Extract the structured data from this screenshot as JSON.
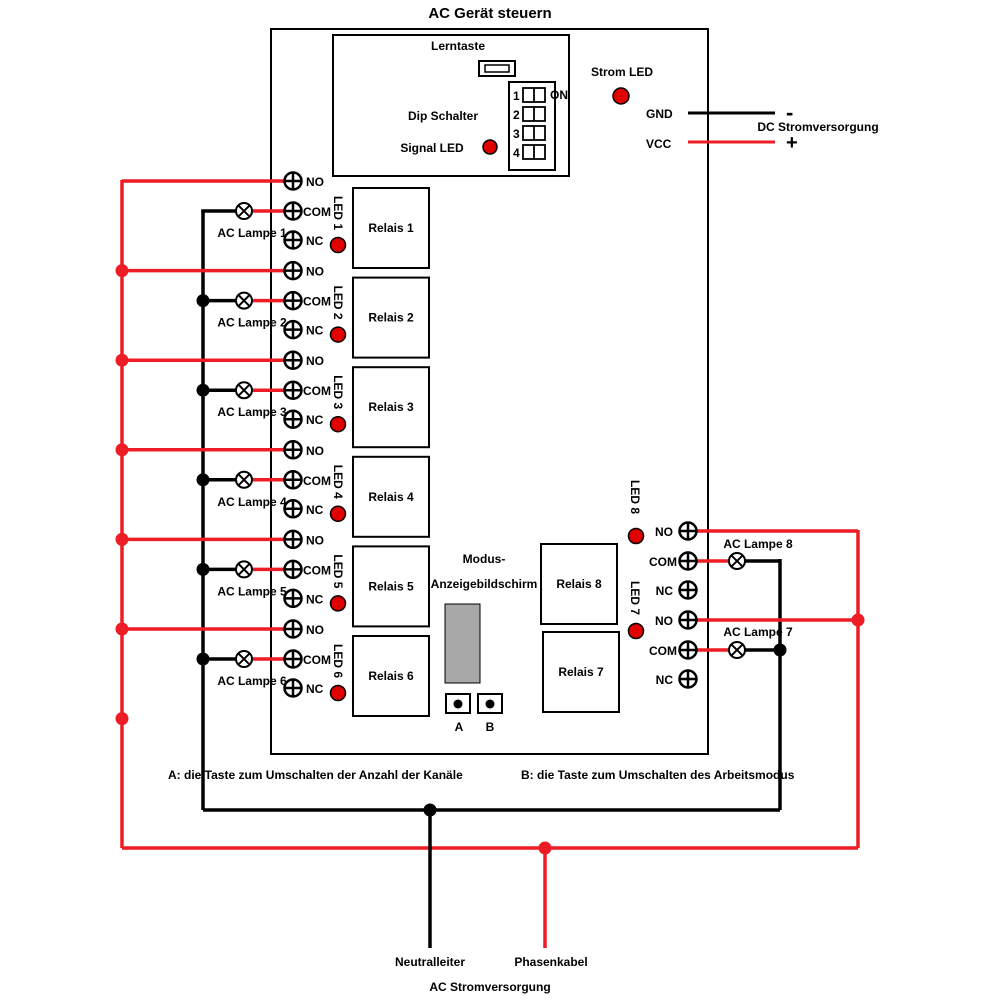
{
  "title": "AC Gerät steuern",
  "learn_button": "Lerntaste",
  "dip_switch": {
    "label": "Dip Schalter",
    "positions": [
      "1",
      "2",
      "3",
      "4"
    ],
    "on_label": "ON"
  },
  "signal_led": "Signal LED",
  "power_led": "Strom LED",
  "dc_power": {
    "gnd": "GND",
    "vcc": "VCC",
    "label": "DC Stromversorgung",
    "minus": "-",
    "plus": "+"
  },
  "terminals": {
    "no": "NO",
    "com": "COM",
    "nc": "NC"
  },
  "relays": [
    "Relais 1",
    "Relais 2",
    "Relais 3",
    "Relais 4",
    "Relais 5",
    "Relais 6",
    "Relais 7",
    "Relais 8"
  ],
  "leds": [
    "LED 1",
    "LED 2",
    "LED 3",
    "LED 4",
    "LED 5",
    "LED 6",
    "LED 7",
    "LED 8"
  ],
  "lamps": [
    "AC Lampe 1",
    "AC Lampe 2",
    "AC Lampe 3",
    "AC Lampe 4",
    "AC Lampe 5",
    "AC Lampe 6",
    "AC Lampe 7",
    "AC Lampe 8"
  ],
  "mode_display": {
    "line1": "Modus-",
    "line2": "Anzeigebildschirm"
  },
  "buttons": {
    "a": "A",
    "b": "B"
  },
  "notes": {
    "a": "A: die Taste zum Umschalten der Anzahl der Kanäle",
    "b": "B: die Taste zum Umschalten des Arbeitsmodus"
  },
  "ac_power": {
    "neutral": "Neutralleiter",
    "phase": "Phasenkabel",
    "label": "AC Stromversorgung"
  },
  "colors": {
    "phase_wire": "#ee1c24",
    "neutral_wire": "#000000",
    "led": "#e00000",
    "display": "#a8a8a8"
  }
}
